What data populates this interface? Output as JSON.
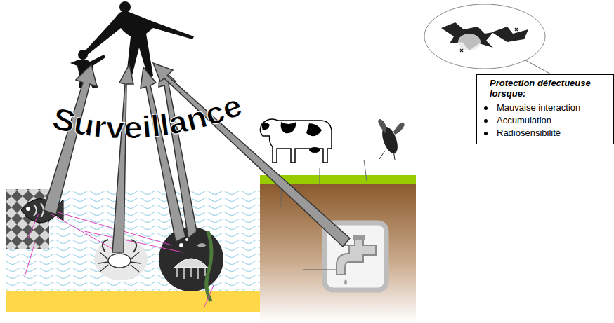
{
  "diagram": {
    "nodes": [
      {
        "text": [
          "Protection défectueuse lorsque:",
          "Mauvaise interaction",
          "Accumulation",
          "Radiosensibilité"
        ]
      }
    ],
    "labels": [
      "Surveillance"
    ]
  }
}
